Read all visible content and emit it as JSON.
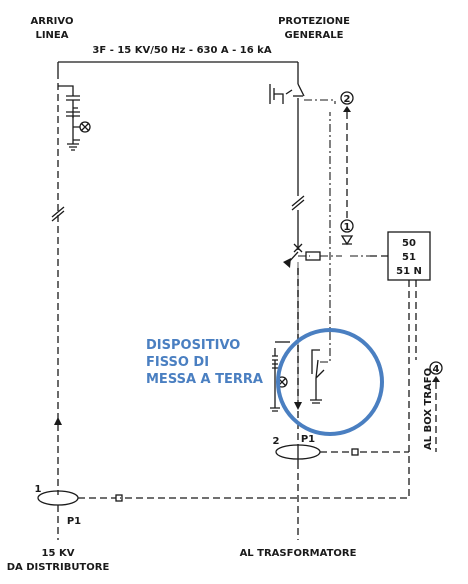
{
  "labels": {
    "arrivo_linea_1": "ARRIVO",
    "arrivo_linea_2": "LINEA",
    "protezione_1": "PROTEZIONE",
    "protezione_2": "GENERALE",
    "line_spec": "3F - 15 KV/50 Hz - 630 A - 16 kA",
    "relay_1": "50",
    "relay_2": "51",
    "relay_3": "51 N",
    "marker_1": "1",
    "marker_2": "2",
    "marker_4": "4",
    "p1_left": "P1",
    "p1_right": "P1",
    "num_1_ct": "1",
    "num_2_ct": "2",
    "al_box_trafo": "AL BOX TRAFO",
    "dispositivo_1": "DISPOSITIVO",
    "dispositivo_2": "FISSO DI",
    "dispositivo_3": "MESSA A TERRA",
    "bottom_left_1": "15 KV",
    "bottom_left_2": "DA DISTRIBUTORE",
    "bottom_right": "AL TRASFORMATORE"
  },
  "colors": {
    "line": "#1a1a1a",
    "highlight_circle": "#4a7fc1",
    "highlight_text": "#4a7fc1"
  }
}
